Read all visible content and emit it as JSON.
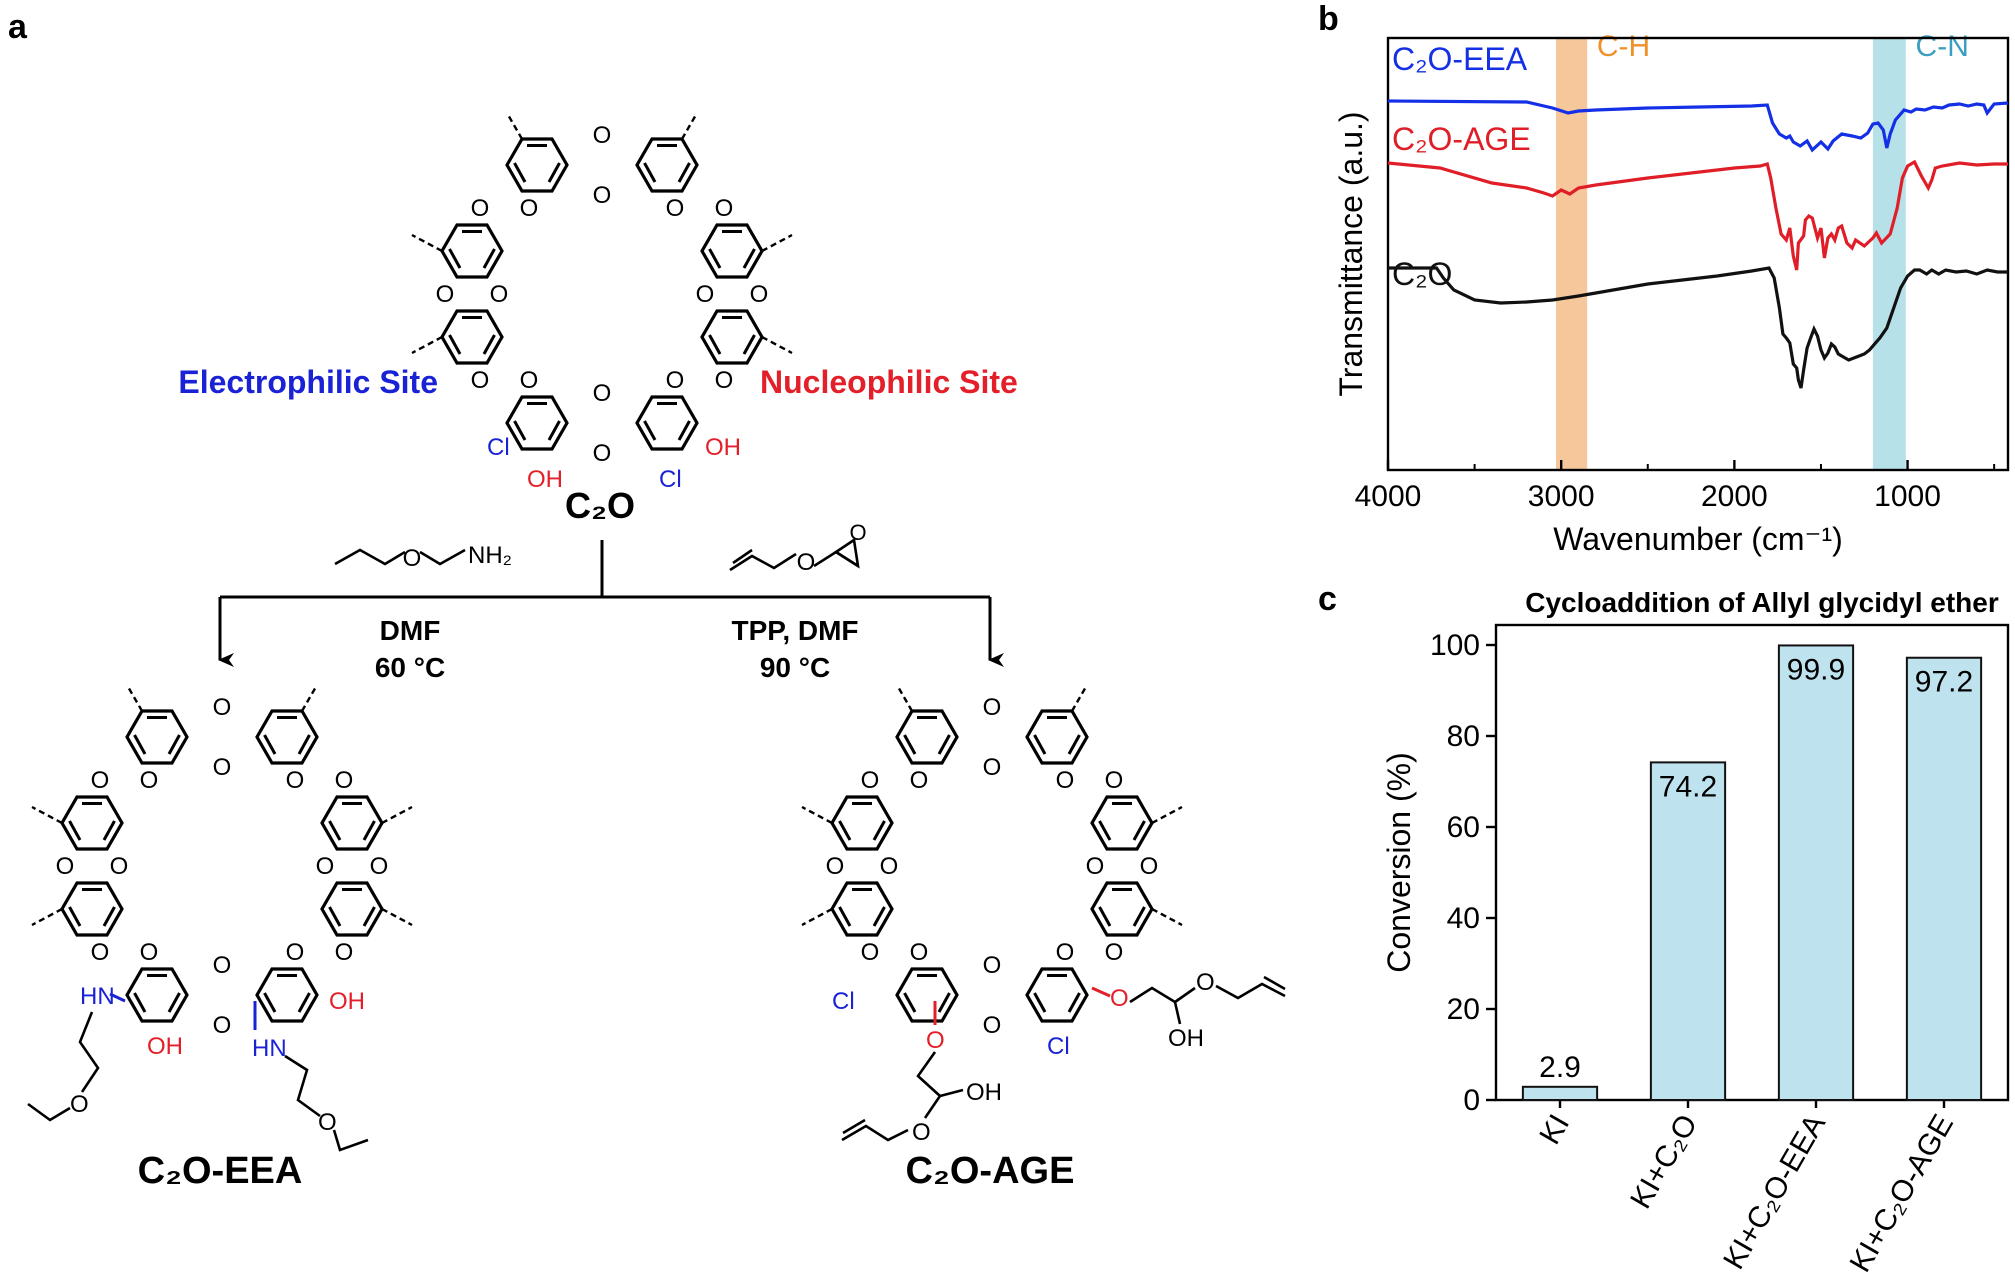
{
  "panels": {
    "a": {
      "letter": "a",
      "top_molecule_label": "C₂O",
      "electrophilic_label": "Electrophilic Site",
      "nucleophilic_label": "Nucleophilic Site",
      "reagent_left_cond1": "DMF",
      "reagent_left_cond2": "60 °C",
      "reagent_right_cond1": "TPP, DMF",
      "reagent_right_cond2": "90 °C",
      "nh2_label": "NH₂",
      "left_product_label": "C₂O-EEA",
      "right_product_label": "C₂O-AGE",
      "atoms": {
        "O": "O",
        "Cl": "Cl",
        "OH": "OH",
        "HN": "HN"
      },
      "colors": {
        "electrophilic": "#1a22d6",
        "nucleophilic": "#e3202a"
      }
    },
    "b": {
      "letter": "b",
      "band_ch_label": "C-H",
      "band_cn_label": "C-N",
      "band_ch_color": "#f5c79a",
      "band_cn_color": "#b7e1e8",
      "band_ch_text_color": "#f0902a",
      "band_cn_text_color": "#3a9fc0"
    },
    "c": {
      "letter": "c"
    }
  },
  "chart_data": [
    {
      "type": "line",
      "xlabel": "Wavenumber (cm⁻¹)",
      "ylabel": "Transmittance (a.u.)",
      "x_ticks": [
        4000,
        3000,
        2000,
        1000
      ],
      "xlim": [
        4000,
        420
      ],
      "x_reversed": true,
      "bands": [
        {
          "name": "C-H",
          "range": [
            3030,
            2850
          ]
        },
        {
          "name": "C-N",
          "range": [
            1200,
            1010
          ]
        }
      ],
      "series": [
        {
          "name": "C₂O-EEA",
          "color": "#1430e6",
          "points": [
            [
              4000,
              63
            ],
            [
              3200,
              64
            ],
            [
              3050,
              70
            ],
            [
              2960,
              75
            ],
            [
              2900,
              73
            ],
            [
              2800,
              72
            ],
            [
              2500,
              70
            ],
            [
              2200,
              69
            ],
            [
              1900,
              68
            ],
            [
              1810,
              67
            ],
            [
              1780,
              85
            ],
            [
              1740,
              96
            ],
            [
              1700,
              100
            ],
            [
              1680,
              98
            ],
            [
              1660,
              104
            ],
            [
              1620,
              108
            ],
            [
              1580,
              103
            ],
            [
              1550,
              112
            ],
            [
              1500,
              104
            ],
            [
              1460,
              111
            ],
            [
              1430,
              103
            ],
            [
              1380,
              96
            ],
            [
              1320,
              98
            ],
            [
              1270,
              100
            ],
            [
              1230,
              95
            ],
            [
              1200,
              86
            ],
            [
              1170,
              85
            ],
            [
              1140,
              92
            ],
            [
              1120,
              110
            ],
            [
              1100,
              96
            ],
            [
              1070,
              82
            ],
            [
              1050,
              78
            ],
            [
              1020,
              72
            ],
            [
              980,
              74
            ],
            [
              950,
              71
            ],
            [
              900,
              72
            ],
            [
              850,
              69
            ],
            [
              800,
              70
            ],
            [
              760,
              67
            ],
            [
              700,
              66
            ],
            [
              650,
              68
            ],
            [
              600,
              66
            ],
            [
              560,
              67
            ],
            [
              540,
              75
            ],
            [
              500,
              66
            ],
            [
              420,
              65
            ]
          ]
        },
        {
          "name": "C₂O-AGE",
          "color": "#e01e28",
          "points": [
            [
              4000,
              125
            ],
            [
              3700,
              130
            ],
            [
              3400,
              145
            ],
            [
              3200,
              150
            ],
            [
              3100,
              155
            ],
            [
              3050,
              158
            ],
            [
              3000,
              152
            ],
            [
              2950,
              156
            ],
            [
              2900,
              150
            ],
            [
              2800,
              147
            ],
            [
              2500,
              140
            ],
            [
              2200,
              134
            ],
            [
              2000,
              130
            ],
            [
              1850,
              128
            ],
            [
              1810,
              126
            ],
            [
              1790,
              140
            ],
            [
              1760,
              170
            ],
            [
              1730,
              196
            ],
            [
              1700,
              202
            ],
            [
              1680,
              190
            ],
            [
              1660,
              218
            ],
            [
              1640,
              232
            ],
            [
              1630,
              205
            ],
            [
              1600,
              198
            ],
            [
              1590,
              182
            ],
            [
              1570,
              178
            ],
            [
              1550,
              180
            ],
            [
              1520,
              200
            ],
            [
              1500,
              190
            ],
            [
              1480,
              220
            ],
            [
              1460,
              200
            ],
            [
              1440,
              196
            ],
            [
              1420,
              202
            ],
            [
              1400,
              190
            ],
            [
              1380,
              188
            ],
            [
              1350,
              205
            ],
            [
              1320,
              210
            ],
            [
              1300,
              202
            ],
            [
              1250,
              208
            ],
            [
              1200,
              200
            ],
            [
              1180,
              195
            ],
            [
              1150,
              205
            ],
            [
              1100,
              196
            ],
            [
              1060,
              170
            ],
            [
              1030,
              140
            ],
            [
              1000,
              128
            ],
            [
              960,
              124
            ],
            [
              920,
              138
            ],
            [
              880,
              150
            ],
            [
              860,
              142
            ],
            [
              840,
              130
            ],
            [
              800,
              128
            ],
            [
              700,
              125
            ],
            [
              600,
              127
            ],
            [
              500,
              126
            ],
            [
              420,
              126
            ]
          ]
        },
        {
          "name": "C₂O",
          "color": "#111111",
          "points": [
            [
              4000,
              230
            ],
            [
              3720,
              230
            ],
            [
              3680,
              240
            ],
            [
              3620,
              252
            ],
            [
              3500,
              262
            ],
            [
              3350,
              265
            ],
            [
              3200,
              264
            ],
            [
              3050,
              262
            ],
            [
              2900,
              258
            ],
            [
              2700,
              252
            ],
            [
              2500,
              246
            ],
            [
              2300,
              242
            ],
            [
              2100,
              238
            ],
            [
              1900,
              233
            ],
            [
              1800,
              230
            ],
            [
              1770,
              240
            ],
            [
              1740,
              270
            ],
            [
              1720,
              296
            ],
            [
              1700,
              300
            ],
            [
              1680,
              305
            ],
            [
              1660,
              326
            ],
            [
              1640,
              330
            ],
            [
              1630,
              342
            ],
            [
              1615,
              350
            ],
            [
              1600,
              332
            ],
            [
              1580,
              310
            ],
            [
              1560,
              300
            ],
            [
              1540,
              291
            ],
            [
              1520,
              298
            ],
            [
              1500,
              312
            ],
            [
              1480,
              320
            ],
            [
              1460,
              315
            ],
            [
              1440,
              306
            ],
            [
              1420,
              309
            ],
            [
              1400,
              316
            ],
            [
              1380,
              318
            ],
            [
              1360,
              320
            ],
            [
              1340,
              322
            ],
            [
              1310,
              320
            ],
            [
              1280,
              318
            ],
            [
              1250,
              316
            ],
            [
              1220,
              312
            ],
            [
              1190,
              306
            ],
            [
              1160,
              300
            ],
            [
              1120,
              290
            ],
            [
              1080,
              270
            ],
            [
              1040,
              250
            ],
            [
              1000,
              238
            ],
            [
              960,
              232
            ],
            [
              930,
              232
            ],
            [
              890,
              236
            ],
            [
              860,
              232
            ],
            [
              820,
              236
            ],
            [
              780,
              232
            ],
            [
              720,
              234
            ],
            [
              660,
              233
            ],
            [
              600,
              236
            ],
            [
              540,
              232
            ],
            [
              480,
              234
            ],
            [
              420,
              234
            ]
          ]
        }
      ]
    },
    {
      "type": "bar",
      "title": "Cycloaddition of Allyl glycidyl ether",
      "ylabel": "Conversion (%)",
      "ylim": [
        0,
        100
      ],
      "y_ticks": [
        0,
        20,
        40,
        60,
        80,
        100
      ],
      "categories": [
        "KI",
        "KI+C₂O",
        "KI+C₂O-EEA",
        "KI+C₂O-AGE"
      ],
      "values": [
        2.9,
        74.2,
        99.9,
        97.2
      ],
      "data_labels": [
        "2.9",
        "74.2",
        "99.9",
        "97.2"
      ],
      "bar_color": "#bfe3ee",
      "edge_color": "#111111"
    }
  ]
}
